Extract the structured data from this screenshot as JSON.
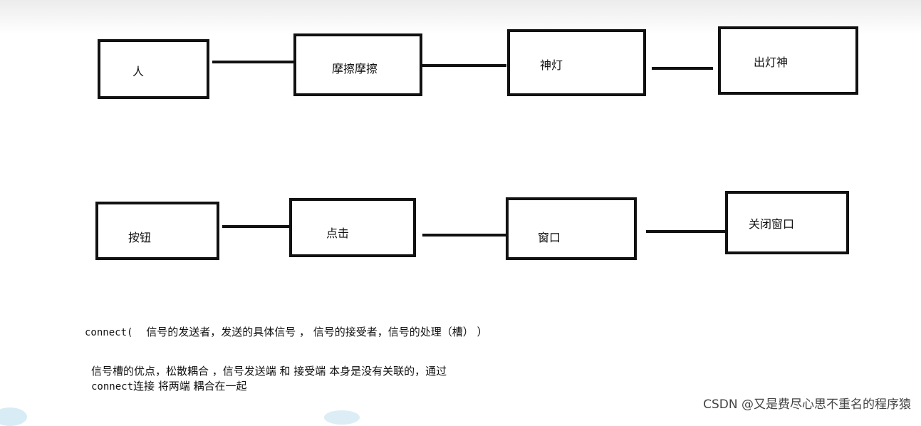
{
  "row1": {
    "box1": "人",
    "box2": "摩擦摩擦",
    "box3": "神灯",
    "box4": "出灯神"
  },
  "row2": {
    "box1": "按钮",
    "box2": "点击",
    "box3": "窗口",
    "box4": "关闭窗口"
  },
  "notes": {
    "connect_fn": "connect(",
    "connect_args": "信号的发送者，发送的具体信号 ，  信号的接受者，信号的处理（槽） ）",
    "advantage_line1": "信号槽的优点，松散耦合 ，信号发送端 和 接受端 本身是没有关联的，通过",
    "advantage_line2_code": "connect",
    "advantage_line2_rest": "连接 将两端 耦合在一起"
  },
  "watermark": "CSDN @又是费尽心思不重名的程序猿"
}
